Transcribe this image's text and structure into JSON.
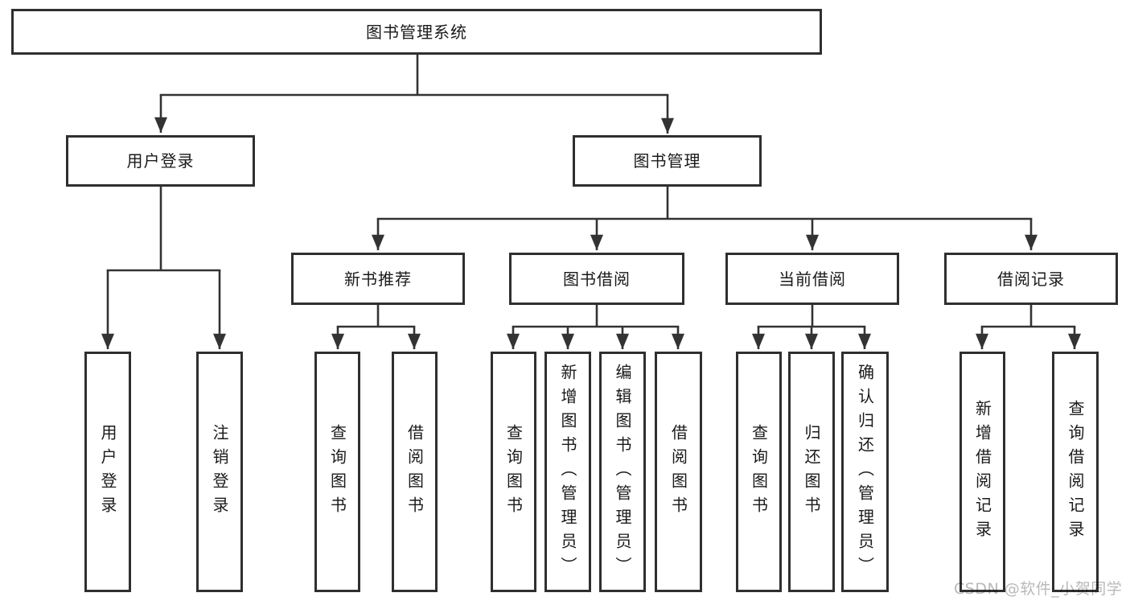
{
  "diagram": {
    "root": {
      "label": "图书管理系统"
    },
    "branches": [
      {
        "label": "用户登录",
        "children": [
          {
            "label": "用户登录"
          },
          {
            "label": "注销登录"
          }
        ]
      },
      {
        "label": "图书管理",
        "children": [
          {
            "label": "新书推荐",
            "children": [
              {
                "label": "查询图书"
              },
              {
                "label": "借阅图书"
              }
            ]
          },
          {
            "label": "图书借阅",
            "children": [
              {
                "label": "查询图书"
              },
              {
                "label": "新增图书（管理员）"
              },
              {
                "label": "编辑图书（管理员）"
              },
              {
                "label": "借阅图书"
              }
            ]
          },
          {
            "label": "当前借阅",
            "children": [
              {
                "label": "查询图书"
              },
              {
                "label": "归还图书"
              },
              {
                "label": "确认归还（管理员）"
              }
            ]
          },
          {
            "label": "借阅记录",
            "children": [
              {
                "label": "新增借阅记录"
              },
              {
                "label": "查询借阅记录"
              }
            ]
          }
        ]
      }
    ],
    "watermark": "CSDN @软件_小贺同学",
    "colors": {
      "line": "#333333",
      "box_border": "#2f2f2f",
      "text": "#1a1a1a",
      "background": "#ffffff",
      "watermark": "#b9b9b9"
    }
  }
}
